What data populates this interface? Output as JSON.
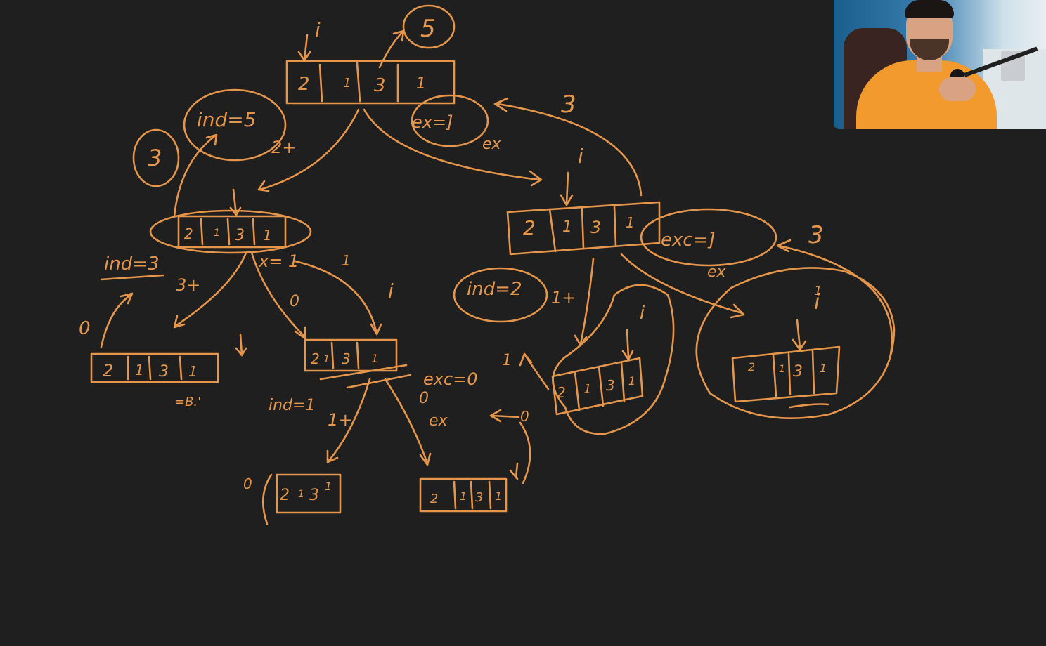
{
  "colors": {
    "background": "#1f1f20",
    "ink": "#e6964a"
  },
  "labels": {
    "root_i": "i",
    "five": "5",
    "root_cells": [
      "2",
      "1",
      "3",
      "1"
    ],
    "ind5": "ind=5",
    "two_plus": "2+",
    "three_left": "3",
    "exc_root": "ex=]",
    "ex_root_small": "ex",
    "three_right": "3",
    "right_i": "i",
    "left_cells": [
      "2",
      "1",
      "3",
      "1"
    ],
    "ind3": "ind=3",
    "three_plus": "3+",
    "ex_left": "x= 1",
    "one_right": "1",
    "zero_a": "0",
    "zero_b": "0",
    "mid_i": "i",
    "ll_cells": [
      "2",
      "1",
      "3",
      "1"
    ],
    "arrow_b": "=B.'",
    "lm_cells": [
      "2",
      "1",
      "3",
      "1"
    ],
    "ind1": "ind=1",
    "one_plus": "1+",
    "exc0": "exc=0",
    "zero_ex": "0",
    "ex_mid": "ex",
    "bl_cells": [
      "2",
      "1",
      "3",
      "1"
    ],
    "bl_zero": "0",
    "br_cells": [
      "2",
      "1",
      "3",
      "1"
    ],
    "arrow_zero": "0",
    "right_cells": [
      "2",
      "1",
      "3",
      "1"
    ],
    "exc_right": "exc=]",
    "ex_right": "ex",
    "ind2": "ind=2",
    "one_plus_right": "1+",
    "one_small": "1",
    "inner_i": "i",
    "rm_cells": [
      "2",
      "1",
      "3",
      "1"
    ],
    "far_i": "i",
    "rr_cells": [
      "2",
      "1",
      "3",
      "1"
    ],
    "three_far": "3",
    "two_small": "1"
  }
}
